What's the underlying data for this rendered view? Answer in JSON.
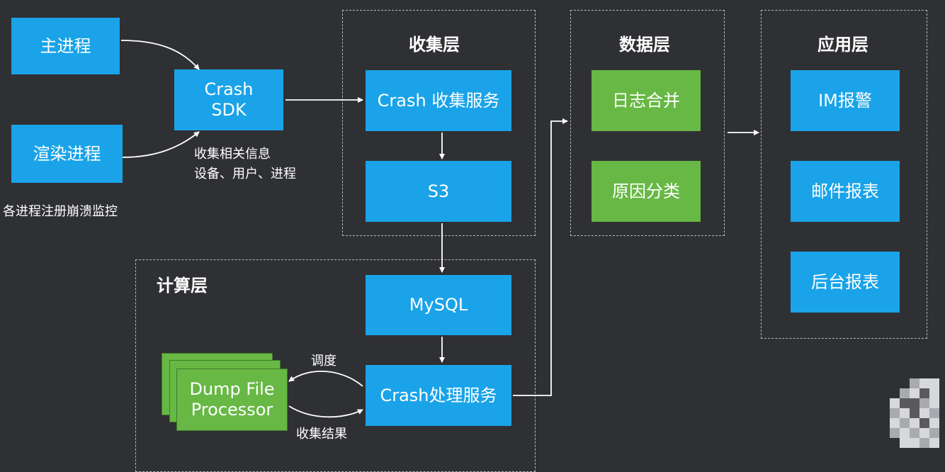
{
  "left_section": {
    "main_process": "主进程",
    "render_process": "渲染进程",
    "crash_sdk": "Crash\nSDK",
    "collect_info_line1": "收集相关信息",
    "collect_info_line2": "设备、用户、进程",
    "monitor_note": "各进程注册崩溃监控"
  },
  "collection_layer": {
    "title": "收集层",
    "crash_collect_service": "Crash 收集服务",
    "s3": "S3"
  },
  "data_layer": {
    "title": "数据层",
    "log_merge": "日志合并",
    "cause_classification": "原因分类"
  },
  "application_layer": {
    "title": "应用层",
    "im_alert": "IM报警",
    "email_report": "邮件报表",
    "backend_report": "后台报表"
  },
  "compute_layer": {
    "title": "计算层",
    "mysql": "MySQL",
    "crash_processing_service": "Crash处理服务",
    "dump_file_processor": "Dump File\nProcessor",
    "dispatch_label": "调度",
    "collect_results_label": "收集结果"
  },
  "colors": {
    "background": "#2f3033",
    "blue_box": "#1aa3e8",
    "green_box": "#67b844",
    "dashed_border": "#b8b8b8",
    "arrow": "#ffffff"
  }
}
